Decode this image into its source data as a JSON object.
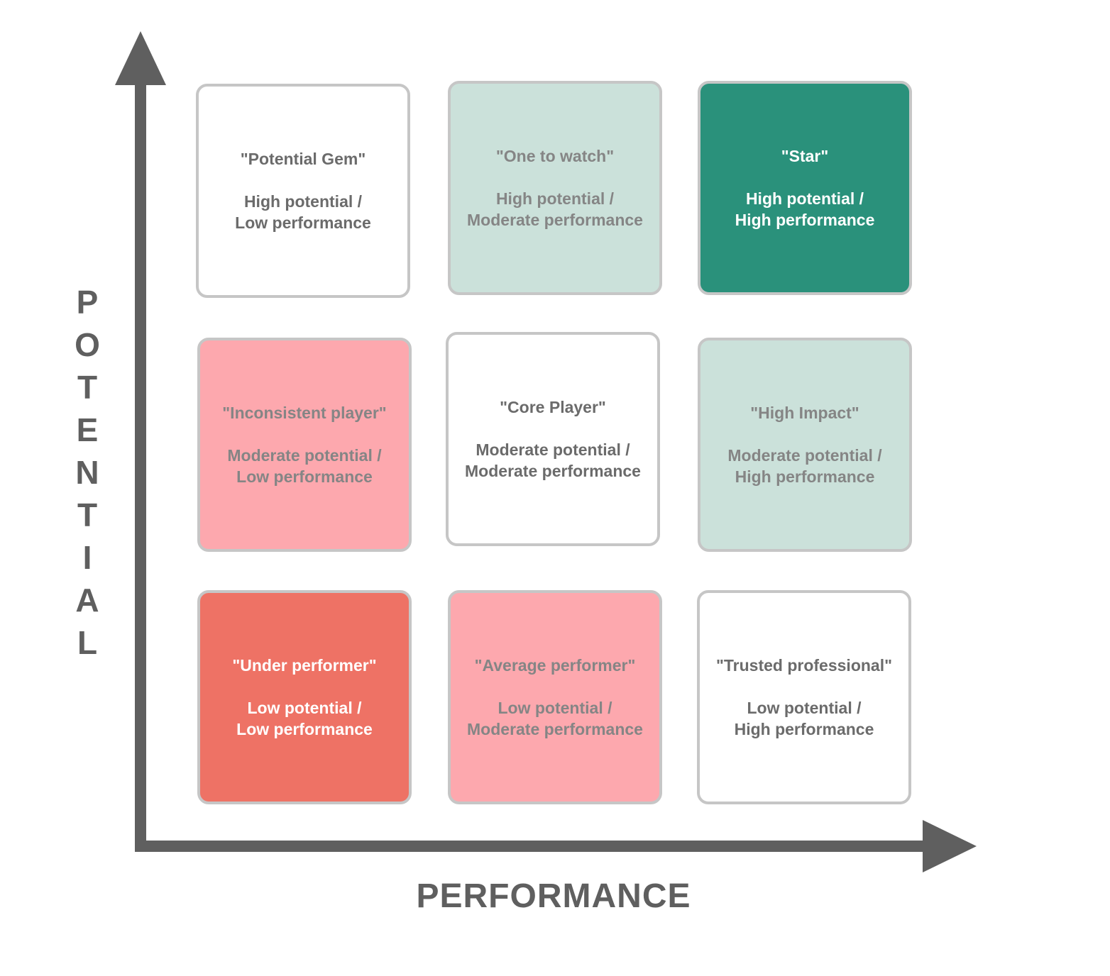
{
  "axes": {
    "y_label": "POTENTIAL",
    "x_label": "PERFORMANCE",
    "color": "#5f5f5f"
  },
  "grid": {
    "cells": [
      {
        "nickname": "\"Potential Gem\"",
        "line1": "High potential /",
        "line2": "Low performance",
        "bg": "#ffffff",
        "fg": "#6b6b6b"
      },
      {
        "nickname": "\"One to watch\"",
        "line1": "High potential /",
        "line2": "Moderate performance",
        "bg": "#cbe1da",
        "fg": "#858585"
      },
      {
        "nickname": "\"Star\"",
        "line1": "High potential /",
        "line2": "High performance",
        "bg": "#2a917b",
        "fg": "#ffffff"
      },
      {
        "nickname": "\"Inconsistent player\"",
        "line1": "Moderate potential /",
        "line2": "Low performance",
        "bg": "#fda8ae",
        "fg": "#858585"
      },
      {
        "nickname": "\"Core Player\"",
        "line1": "Moderate potential /",
        "line2": "Moderate performance",
        "bg": "#ffffff",
        "fg": "#6b6b6b"
      },
      {
        "nickname": "\"High Impact\"",
        "line1": "Moderate potential /",
        "line2": "High performance",
        "bg": "#cbe1da",
        "fg": "#858585"
      },
      {
        "nickname": "\"Under performer\"",
        "line1": "Low potential /",
        "line2": "Low performance",
        "bg": "#ee7265",
        "fg": "#ffffff"
      },
      {
        "nickname": "\"Average performer\"",
        "line1": "Low potential /",
        "line2": "Moderate performance",
        "bg": "#fda8ae",
        "fg": "#858585"
      },
      {
        "nickname": "\"Trusted professional\"",
        "line1": "Low potential /",
        "line2": "High performance",
        "bg": "#ffffff",
        "fg": "#6b6b6b"
      }
    ]
  }
}
